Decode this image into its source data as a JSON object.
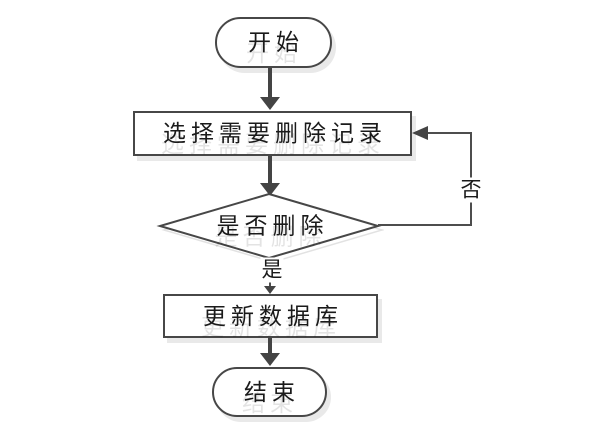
{
  "diagram": {
    "type": "flowchart",
    "nodes": {
      "start": {
        "shape": "terminator",
        "label": "开始"
      },
      "select_records": {
        "shape": "process",
        "label": "选择需要删除记录"
      },
      "is_delete": {
        "shape": "decision",
        "label": "是否删除"
      },
      "update_database": {
        "shape": "process",
        "label": "更新数据库"
      },
      "end": {
        "shape": "terminator",
        "label": "结束"
      }
    },
    "edge_labels": {
      "yes": "是",
      "no": "否"
    },
    "colors": {
      "stroke": "#474747",
      "arrow": "#444444",
      "text": "#1a1a1a",
      "background": "#ffffff",
      "ghost_shadow": "#e9e9e9"
    }
  }
}
